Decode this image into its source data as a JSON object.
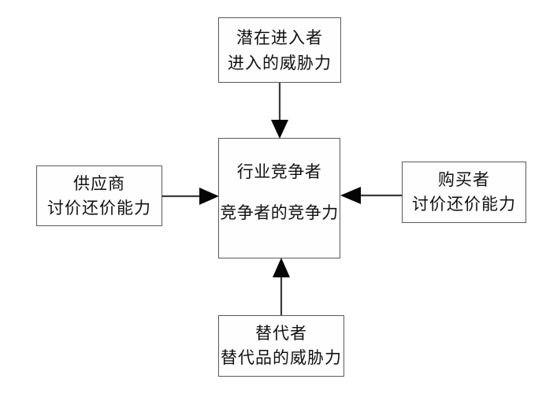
{
  "diagram": {
    "title": "",
    "type": "five-forces",
    "stroke_color": "#5a5a5a",
    "arrow_color": "#111111",
    "background_color": "#ffffff",
    "boxes": {
      "top": {
        "name": "potential-entrants",
        "line1": "潜在进入者",
        "line2": "进入的威胁力"
      },
      "left": {
        "name": "suppliers",
        "line1": "供应商",
        "line2": "讨价还价能力"
      },
      "center": {
        "name": "industry-competitors",
        "line1": "行业竞争者",
        "line2": "竞争者的竞争力"
      },
      "right": {
        "name": "buyers",
        "line1": "购买者",
        "line2": "讨价还价能力"
      },
      "bottom": {
        "name": "substitutes",
        "line1": "替代者",
        "line2": "替代品的威胁力"
      }
    },
    "arrows": [
      {
        "name": "arrow-top-to-center",
        "from": "top",
        "to": "center",
        "direction": "down"
      },
      {
        "name": "arrow-left-to-center",
        "from": "left",
        "to": "center",
        "direction": "right"
      },
      {
        "name": "arrow-right-to-center",
        "from": "right",
        "to": "center",
        "direction": "left"
      },
      {
        "name": "arrow-bottom-to-center",
        "from": "bottom",
        "to": "center",
        "direction": "up"
      },
      {
        "name": "arrow-rivalry-curve",
        "from": "center",
        "to": "center",
        "direction": "curved-counterclockwise"
      }
    ]
  }
}
